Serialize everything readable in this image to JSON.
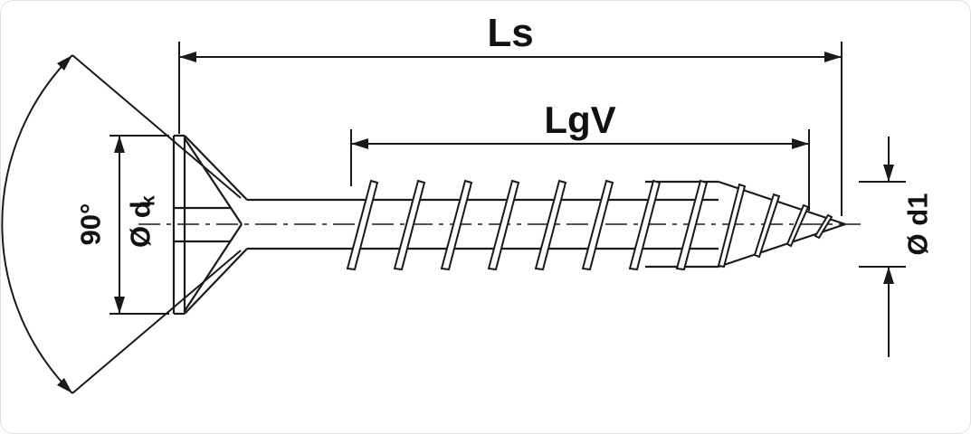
{
  "diagram": {
    "type": "technical-drawing",
    "subject": "countersunk-screw-side-view",
    "labels": {
      "total_length": "Ls",
      "thread_length": "LgV",
      "head_angle": "90°",
      "head_dia_prefix": "Ø d",
      "head_dia_sub": "k",
      "thread_dia": "Ø d1"
    },
    "colors": {
      "line": "#1a1a1a",
      "background": "#ffffff"
    }
  }
}
